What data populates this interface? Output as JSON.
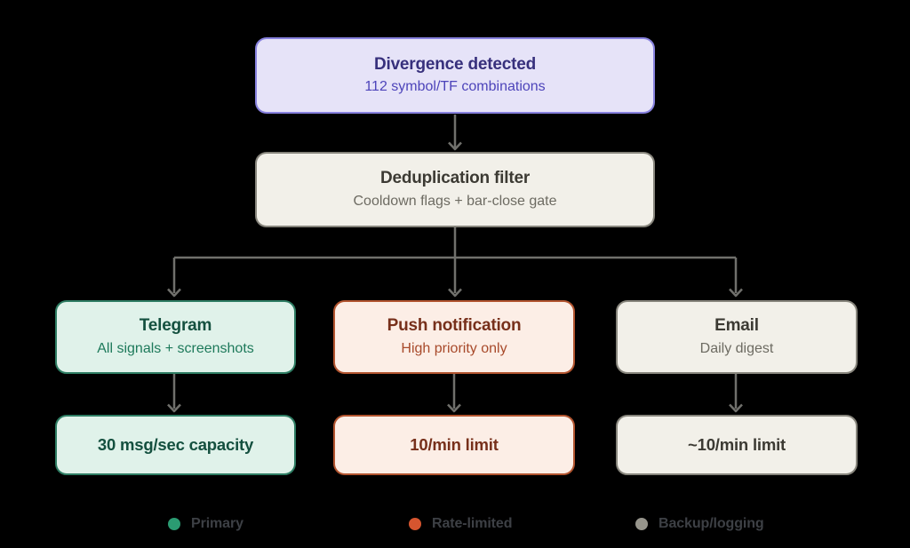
{
  "diagram": {
    "nodes": {
      "divergence": {
        "title": "Divergence detected",
        "subtitle": "112 symbol/TF combinations"
      },
      "dedup": {
        "title": "Deduplication filter",
        "subtitle": "Cooldown flags + bar-close gate"
      },
      "telegram": {
        "title": "Telegram",
        "subtitle": "All signals + screenshots"
      },
      "push": {
        "title": "Push notification",
        "subtitle": "High priority only"
      },
      "email": {
        "title": "Email",
        "subtitle": "Daily digest"
      },
      "telegram_limit": {
        "title": "30 msg/sec capacity"
      },
      "push_limit": {
        "title": "10/min limit"
      },
      "email_limit": {
        "title": "~10/min limit"
      }
    },
    "legend": [
      {
        "label": "Primary",
        "color": "#2b9b72"
      },
      {
        "label": "Rate-limited",
        "color": "#d6552f"
      },
      {
        "label": "Backup/logging",
        "color": "#97958c"
      }
    ],
    "colors": {
      "background": "#000000",
      "connector": "#70706c",
      "legend_text": "#3d4045",
      "purple_fill": "#e6e3f8",
      "purple_border": "#8781de",
      "purple_title": "#37307c",
      "purple_subtitle": "#4d44ba",
      "neutral_fill": "#f2f0e9",
      "neutral_border": "#87857c",
      "neutral_title": "#3c3a33",
      "neutral_subtitle": "#6d6b62",
      "green_fill": "#e0f2ea",
      "green_border": "#2e7d63",
      "green_title": "#14503f",
      "green_subtitle": "#1e7a5b",
      "orange_fill": "#fceee6",
      "orange_border": "#b2542f",
      "orange_title": "#77301b",
      "orange_subtitle": "#a84a2b"
    }
  }
}
